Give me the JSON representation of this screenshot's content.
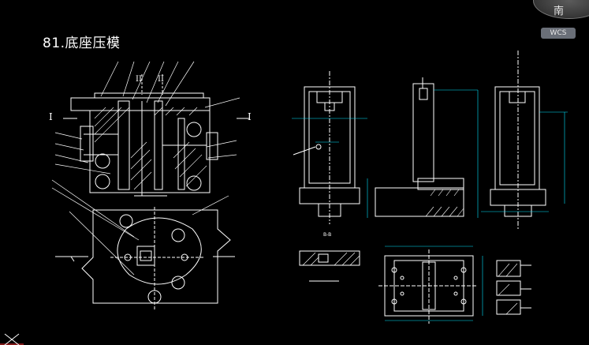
{
  "drawing": {
    "title": "81.底座压模",
    "section_marks": [
      "II",
      "II",
      "I",
      "I"
    ],
    "view_label": "B-B"
  },
  "viewcube": {
    "compass_label": "南"
  },
  "wcs": {
    "label": "WCS"
  },
  "colors": {
    "background": "#000000",
    "lines": "#ffffff",
    "dims": "#00e5ff",
    "accent": "#ff3030"
  }
}
